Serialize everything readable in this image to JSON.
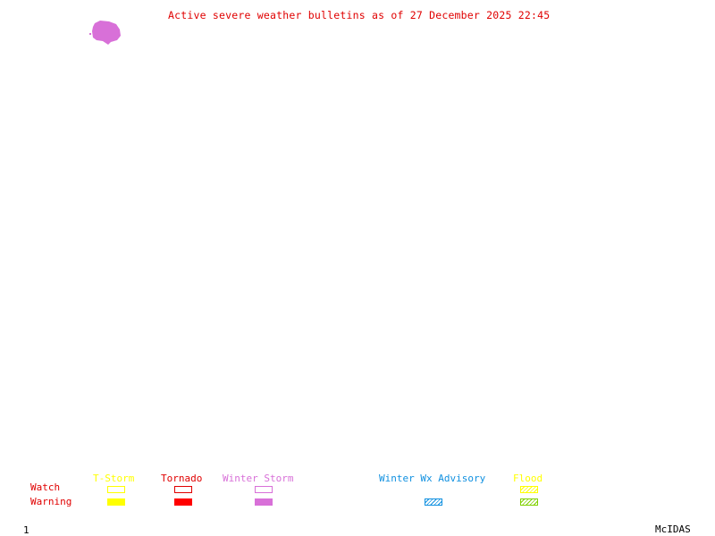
{
  "title": "Active severe weather bulletins as of 27 December 2025 22:45",
  "map": {
    "active_areas": [
      {
        "type": "Winter Storm Warning",
        "color": "#d870d8",
        "location": "top-left"
      }
    ]
  },
  "legend": {
    "rows": {
      "watch": "Watch",
      "warning": "Warning"
    },
    "categories": [
      {
        "label": "T-Storm",
        "color": "#ffff00",
        "warning_color": "#ffff00",
        "watch_style": "outline",
        "warning_style": "filled"
      },
      {
        "label": "Tornado",
        "color": "#e00000",
        "warning_color": "#ff0000",
        "watch_style": "outline",
        "warning_style": "filled"
      },
      {
        "label": "Winter Storm",
        "color": "#d870d8",
        "warning_color": "#d870d8",
        "watch_style": "outline",
        "warning_style": "filled"
      },
      {
        "label": "Winter Wx Advisory",
        "color": "#1090e0",
        "warning_color": "#1090e0",
        "watch_style": "none",
        "warning_style": "hatched"
      },
      {
        "label": "Flood",
        "color": "#ffff00",
        "warning_color": "#80d000",
        "watch_style": "hatched",
        "warning_style": "hatched"
      }
    ]
  },
  "footer": {
    "frame_number": "1",
    "brand": "McIDAS"
  }
}
